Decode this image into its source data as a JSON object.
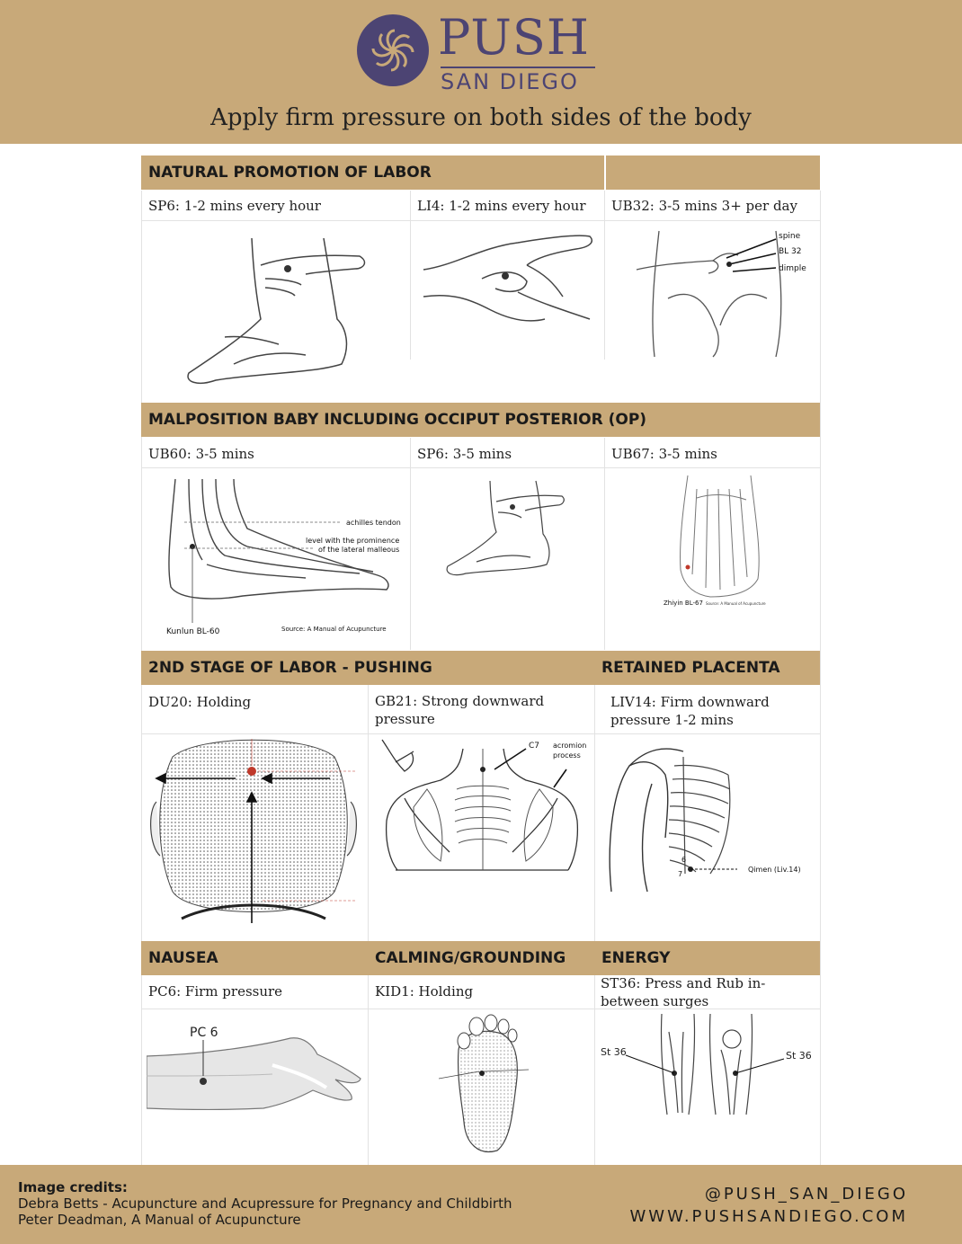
{
  "brand": {
    "name": "PUSH",
    "location": "SAN DIEGO"
  },
  "subtitle": "Apply firm pressure on both sides of the body",
  "sections": {
    "natural": {
      "title": "NATURAL PROMOTION OF LABOR",
      "points": [
        "SP6: 1-2 mins every hour",
        "LI4: 1-2 mins every hour",
        "UB32: 3-5 mins 3+ per day"
      ],
      "ub32_labels": [
        "spine",
        "BL 32",
        "dimple"
      ]
    },
    "malposition": {
      "title": "MALPOSITION BABY INCLUDING OCCIPUT POSTERIOR (OP)",
      "points": [
        "UB60: 3-5 mins",
        "SP6: 3-5 mins",
        "UB67: 3-5 mins"
      ],
      "ub60_labels": [
        "achilles tendon",
        "level with the prominence",
        "of the lateral malleous",
        "Kunlun BL-60",
        "Source: A Manual of Acupuncture"
      ],
      "ub67_labels": [
        "Zhiyin BL-67",
        "Source: A Manual of Acupuncture"
      ]
    },
    "pushing": {
      "title": "2ND STAGE OF LABOR - PUSHING",
      "points": [
        "DU20: Holding",
        "GB21: Strong downward pressure"
      ],
      "gb21_labels": [
        "C7",
        "acromion",
        "process"
      ]
    },
    "placenta": {
      "title": "RETAINED PLACENTA",
      "points": [
        "LIV14: Firm downward pressure 1-2 mins"
      ],
      "liv14_labels": [
        "Qimen  (Liv.14)",
        "6",
        "7"
      ]
    },
    "nausea": {
      "title": "NAUSEA",
      "points": [
        "PC6: Firm pressure"
      ],
      "pc6_label": "PC 6"
    },
    "calming": {
      "title": "CALMING/GROUNDING",
      "points": [
        "KID1: Holding"
      ]
    },
    "energy": {
      "title": "ENERGY",
      "points": [
        "ST36: Press and Rub in-between surges"
      ],
      "st36_labels": [
        "St 36",
        "St 36"
      ]
    }
  },
  "footer": {
    "credits_title": "Image credits:",
    "credits": [
      "Debra Betts - Acupuncture and Acupressure for Pregnancy and Childbirth",
      "Peter Deadman, A Manual of Acupuncture"
    ],
    "instagram": "@PUSH_SAN_DIEGO",
    "website": "WWW.PUSHSANDIEGO.COM"
  },
  "colors": {
    "header_bg": "#c8a979",
    "brand_purple": "#4c4473",
    "point_red": "#c0392b"
  }
}
